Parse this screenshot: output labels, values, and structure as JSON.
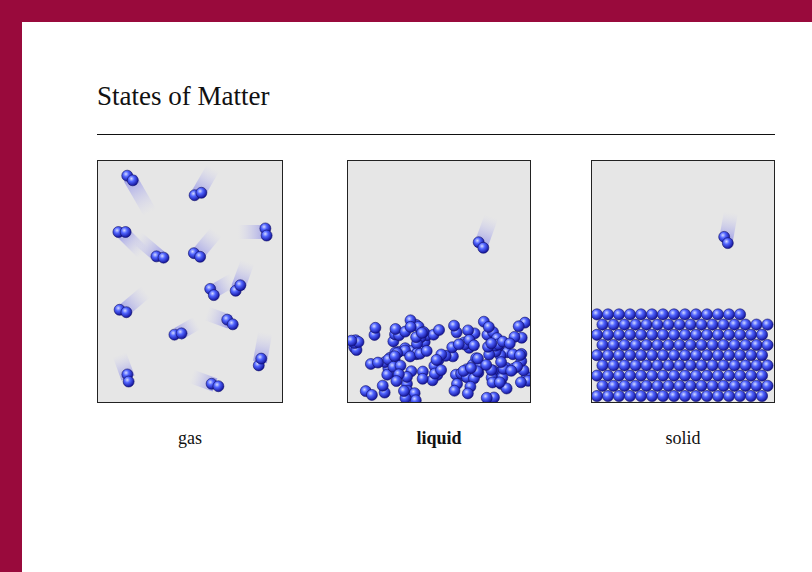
{
  "diagram": {
    "title": "States of Matter",
    "nodes": [
      {
        "text": [
          "gas"
        ]
      },
      {
        "text": [
          "liquid"
        ]
      },
      {
        "text": [
          "solid"
        ]
      }
    ]
  }
}
